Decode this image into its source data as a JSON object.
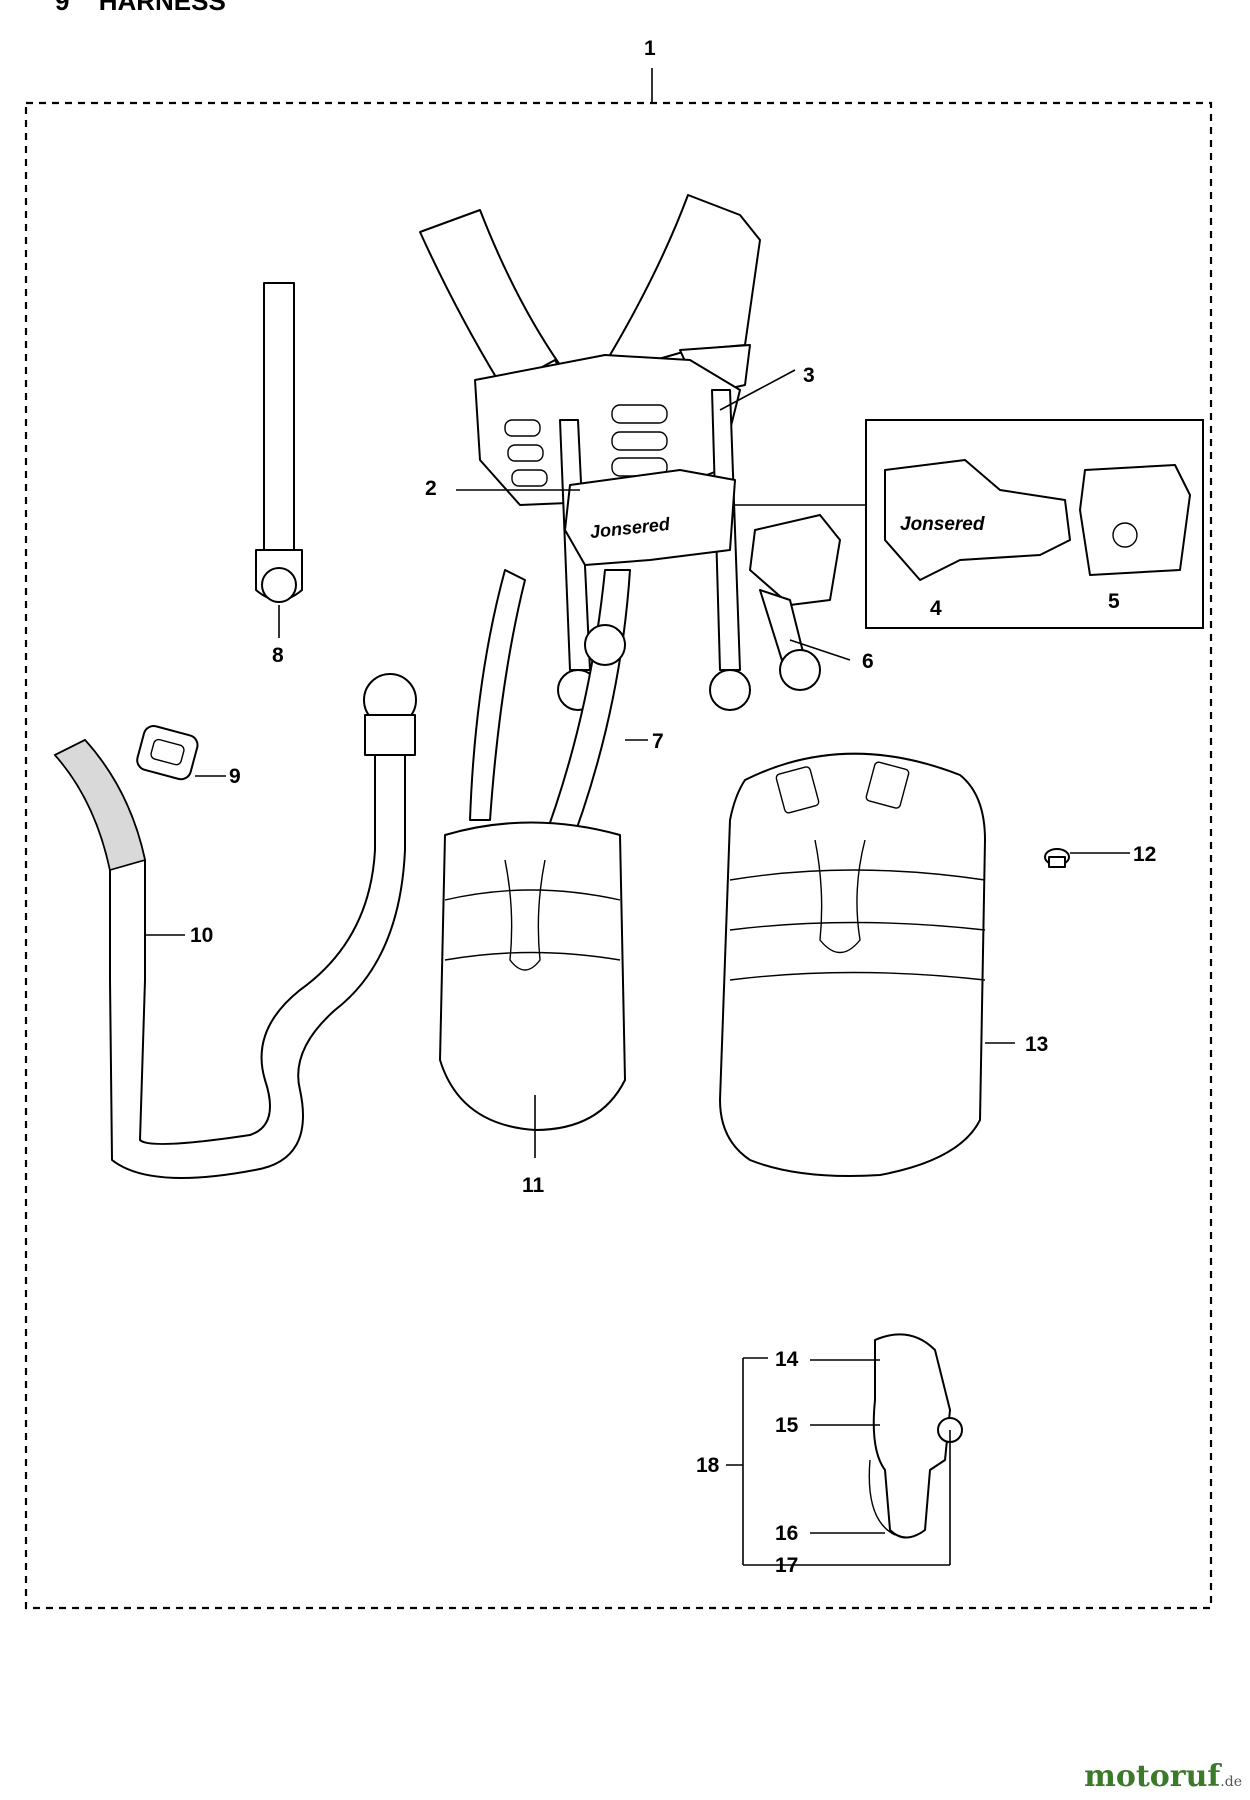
{
  "header": {
    "section_number": "9",
    "section_title": "HARNESS"
  },
  "brand_label": "Jonsered",
  "watermark": {
    "main": "motoruf",
    "suffix": ".de"
  },
  "callouts": [
    "1",
    "2",
    "3",
    "4",
    "5",
    "6",
    "7",
    "8",
    "9",
    "10",
    "11",
    "12",
    "13",
    "14",
    "15",
    "16",
    "17",
    "18"
  ]
}
